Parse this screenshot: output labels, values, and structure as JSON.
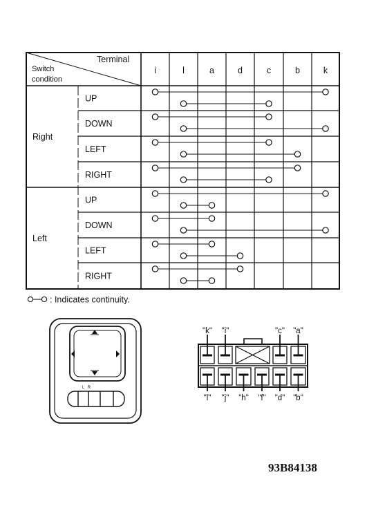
{
  "table": {
    "header_terminal": "Terminal",
    "header_switch": "Switch",
    "header_condition": "condition",
    "terminals": [
      "i",
      "l",
      "a",
      "d",
      "c",
      "b",
      "k"
    ],
    "groups": [
      {
        "label": "Right",
        "rows": [
          {
            "label": "UP",
            "links": [
              [
                0,
                6
              ],
              [
                1,
                4
              ]
            ]
          },
          {
            "label": "DOWN",
            "links": [
              [
                0,
                4
              ],
              [
                1,
                6
              ]
            ]
          },
          {
            "label": "LEFT",
            "links": [
              [
                0,
                4
              ],
              [
                1,
                5
              ]
            ]
          },
          {
            "label": "RIGHT",
            "links": [
              [
                0,
                5
              ],
              [
                1,
                4
              ]
            ]
          }
        ]
      },
      {
        "label": "Left",
        "rows": [
          {
            "label": "UP",
            "links": [
              [
                0,
                6
              ],
              [
                1,
                2
              ]
            ]
          },
          {
            "label": "DOWN",
            "links": [
              [
                0,
                2
              ],
              [
                1,
                6
              ]
            ]
          },
          {
            "label": "LEFT",
            "links": [
              [
                0,
                2
              ],
              [
                1,
                3
              ]
            ]
          },
          {
            "label": "RIGHT",
            "links": [
              [
                0,
                3
              ],
              [
                1,
                2
              ]
            ]
          }
        ]
      }
    ]
  },
  "legend_text": ": Indicates continuity.",
  "switch_label": "L  R",
  "connector": {
    "top_labels": [
      "\"k\"",
      "\"i\"",
      "\"c\"",
      "\"a\""
    ],
    "bottom_labels": [
      "\"l\"",
      "\"j\"",
      "\"h\"",
      "\"f\"",
      "\"d\"",
      "\"b\""
    ]
  },
  "figure_code": "93B84138"
}
